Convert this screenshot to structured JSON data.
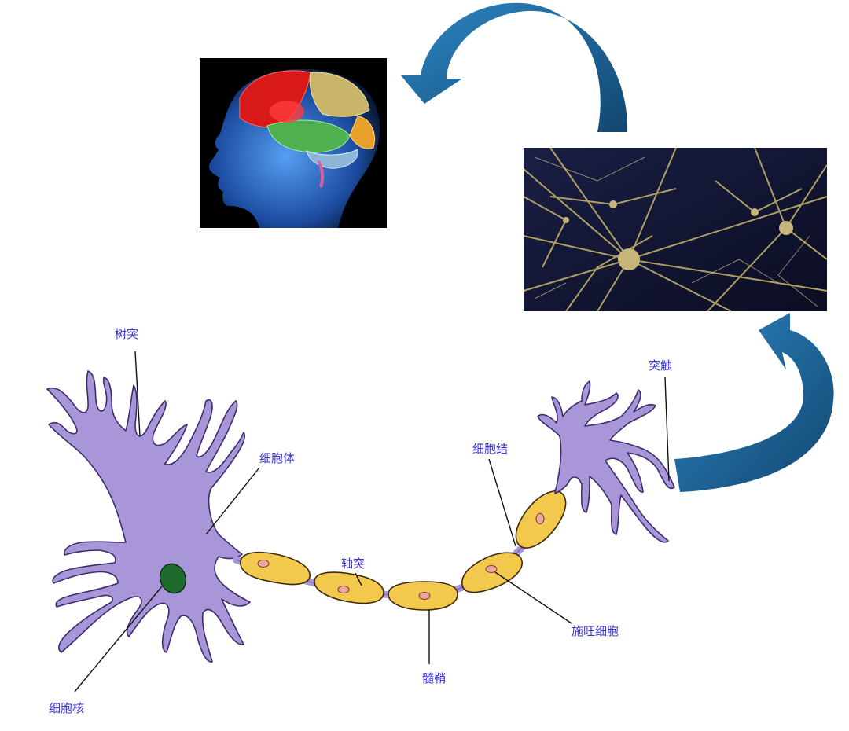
{
  "labels": {
    "dendrite": "树突",
    "soma": "细胞体",
    "nucleus": "细胞核",
    "axon": "轴突",
    "myelin": "髓鞘",
    "node": "细胞结",
    "schwann": "施旺细胞",
    "synapse": "突触"
  },
  "colors": {
    "label_text": "#3a35d8",
    "neuron_body": "#a996d8",
    "myelin": "#f2c94c",
    "nucleus": "#1e6b2e",
    "schwann_nucleus": "#f0a6a0",
    "arrow": "#1d5f8e"
  },
  "images": {
    "brain": "brain-head-illustration",
    "network": "neural-network-illustration"
  }
}
